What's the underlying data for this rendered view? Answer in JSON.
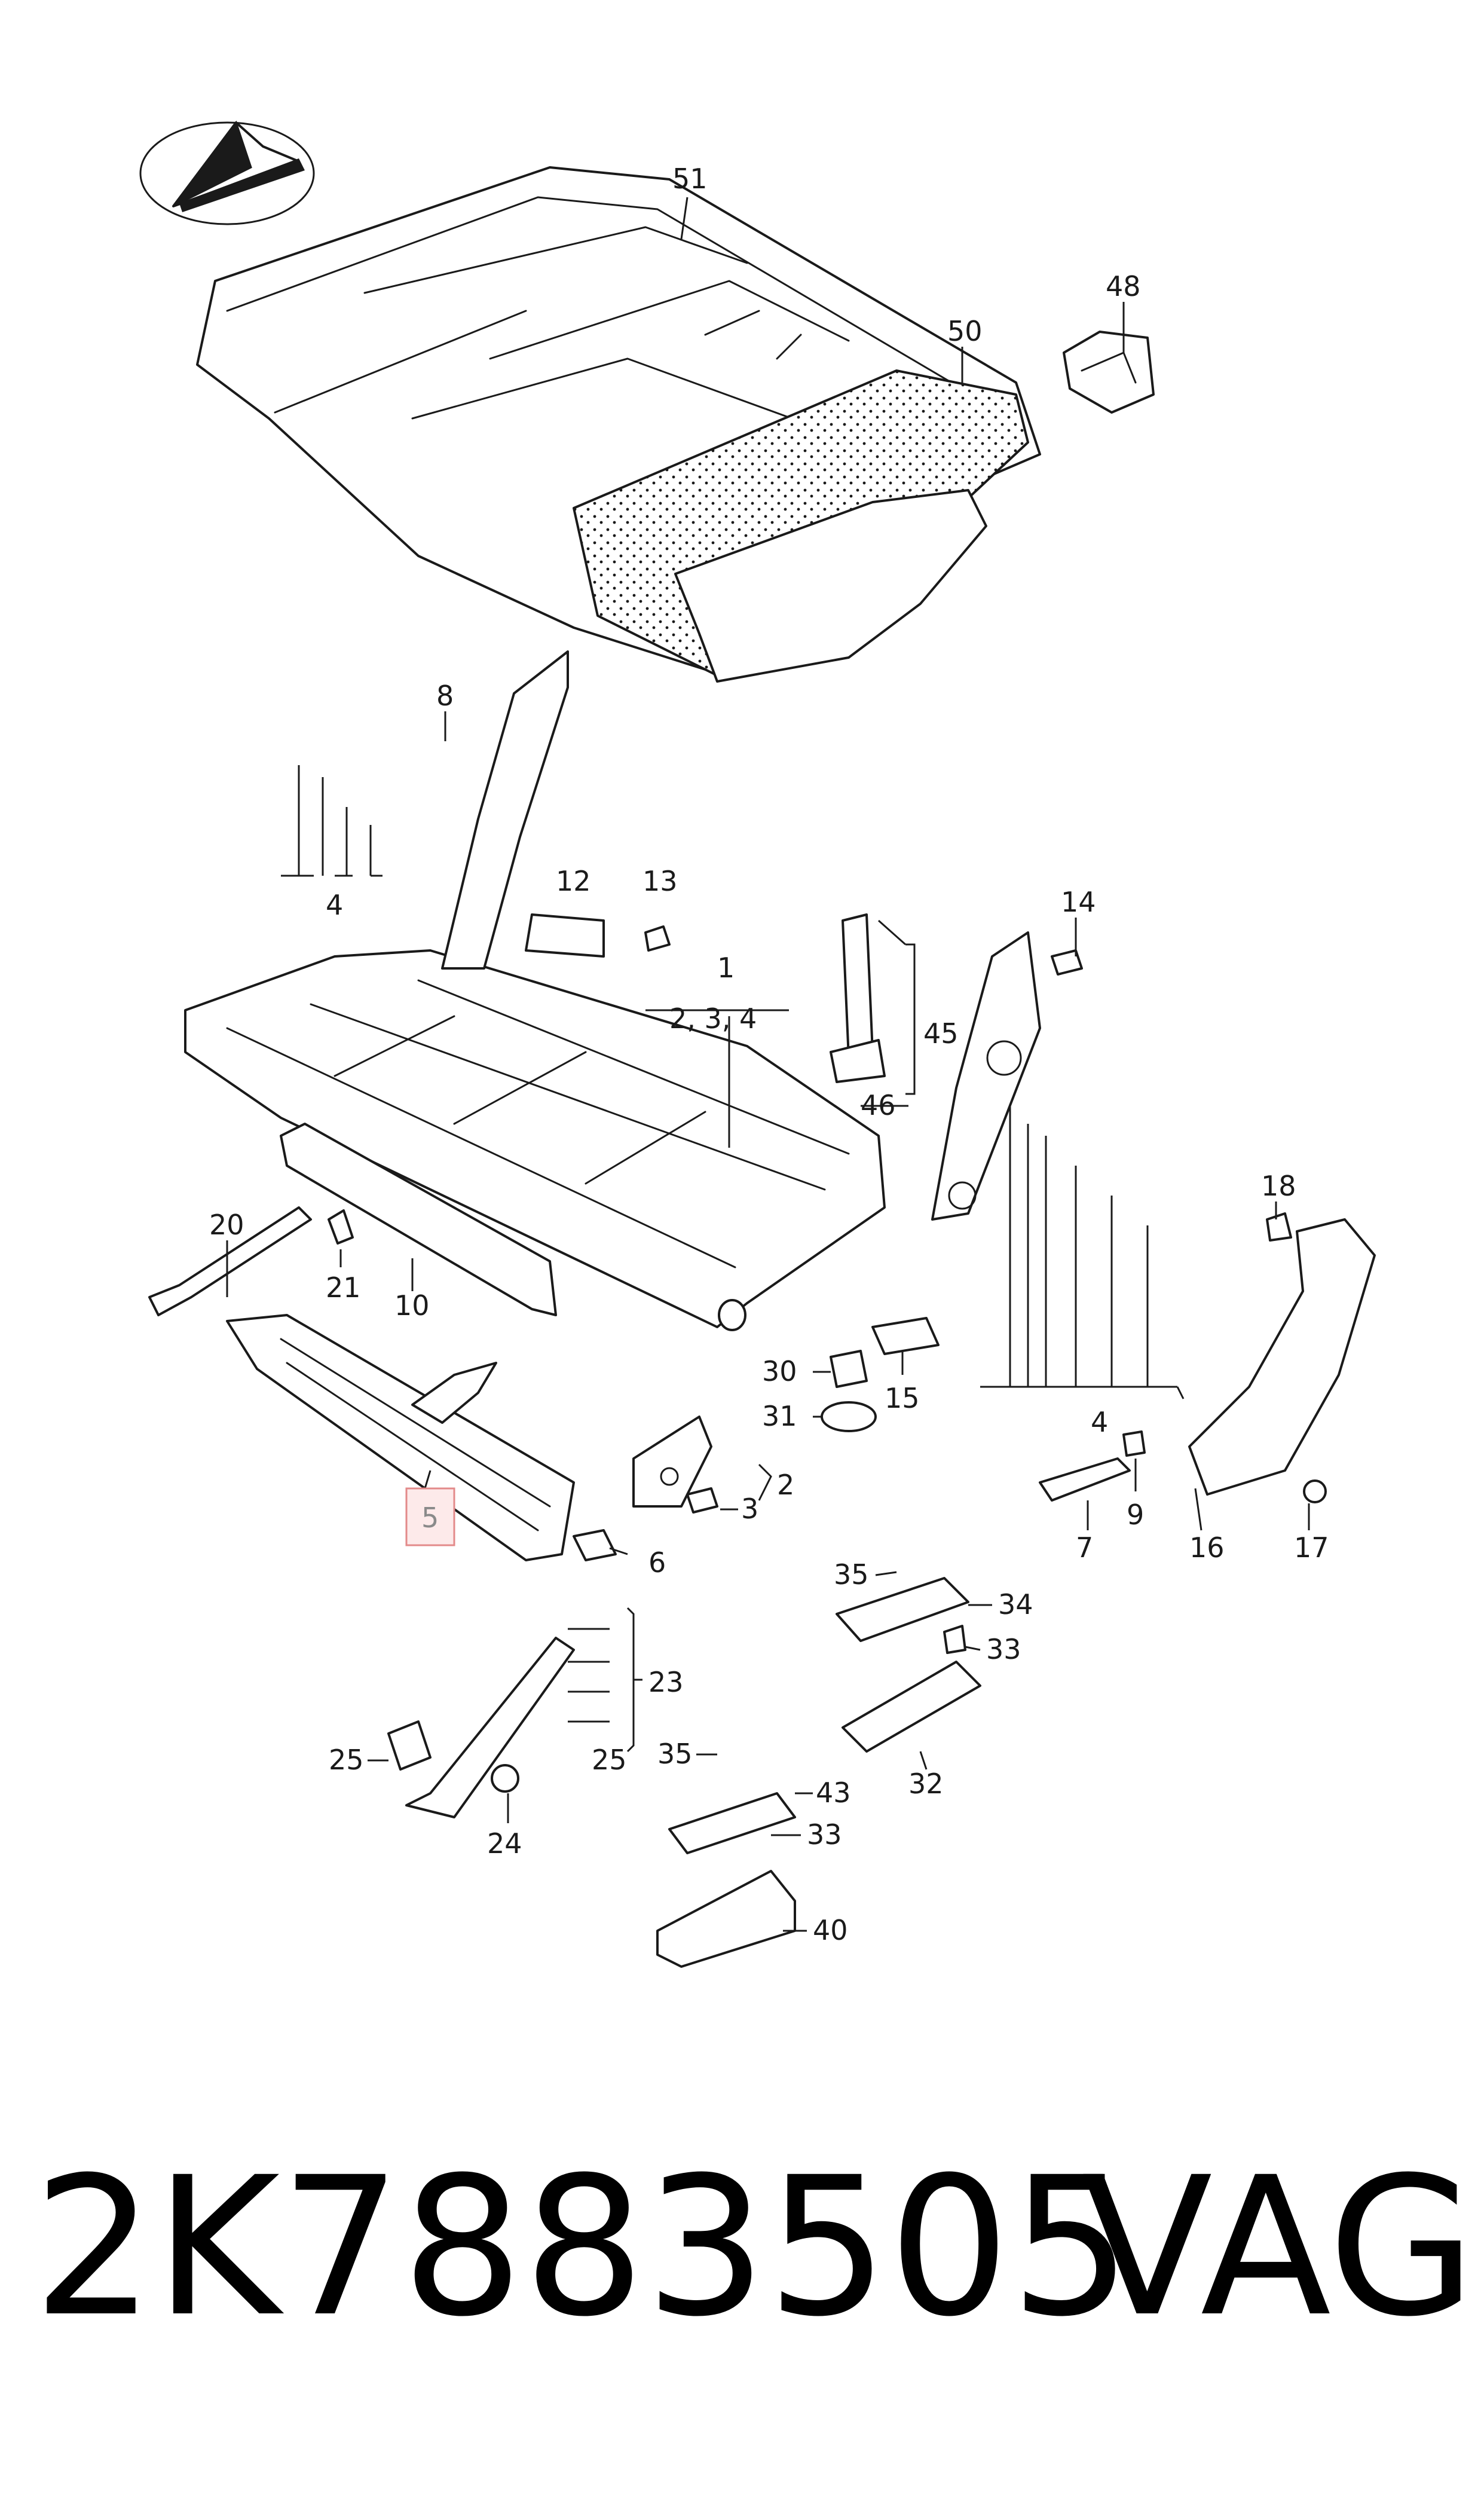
{
  "diagram": {
    "callouts": [
      {
        "id": "c51",
        "text": "51"
      },
      {
        "id": "c48",
        "text": "48"
      },
      {
        "id": "c50",
        "text": "50"
      },
      {
        "id": "c8",
        "text": "8"
      },
      {
        "id": "c4a",
        "text": "4"
      },
      {
        "id": "c12",
        "text": "12"
      },
      {
        "id": "c13",
        "text": "13"
      },
      {
        "id": "c1",
        "text": "1"
      },
      {
        "id": "c234",
        "text": "2, 3, 4"
      },
      {
        "id": "c14",
        "text": "14"
      },
      {
        "id": "c45",
        "text": "45"
      },
      {
        "id": "c46",
        "text": "46"
      },
      {
        "id": "c18",
        "text": "18"
      },
      {
        "id": "c20",
        "text": "20"
      },
      {
        "id": "c21",
        "text": "21"
      },
      {
        "id": "c10",
        "text": "10"
      },
      {
        "id": "c30",
        "text": "30"
      },
      {
        "id": "c31",
        "text": "31"
      },
      {
        "id": "c15",
        "text": "15"
      },
      {
        "id": "c4b",
        "text": "4"
      },
      {
        "id": "c2",
        "text": "2"
      },
      {
        "id": "c3",
        "text": "3"
      },
      {
        "id": "c5",
        "text": "5"
      },
      {
        "id": "c6",
        "text": "6"
      },
      {
        "id": "c9",
        "text": "9"
      },
      {
        "id": "c7",
        "text": "7"
      },
      {
        "id": "c16",
        "text": "16"
      },
      {
        "id": "c17",
        "text": "17"
      },
      {
        "id": "c35a",
        "text": "35"
      },
      {
        "id": "c34",
        "text": "34"
      },
      {
        "id": "c33a",
        "text": "33"
      },
      {
        "id": "c32",
        "text": "32"
      },
      {
        "id": "c23",
        "text": "23"
      },
      {
        "id": "c25a",
        "text": "25"
      },
      {
        "id": "c25b",
        "text": "25"
      },
      {
        "id": "c24",
        "text": "24"
      },
      {
        "id": "c35b",
        "text": "35"
      },
      {
        "id": "c43",
        "text": "43"
      },
      {
        "id": "c33b",
        "text": "33"
      },
      {
        "id": "c40",
        "text": "40"
      }
    ],
    "highlighted_callout": "5",
    "colors": {
      "line": "#1a1a1a",
      "highlight_box_stroke": "#e38a8a",
      "highlight_box_fill": "#fdeaea"
    }
  },
  "footer": {
    "part_number": "2K7883505",
    "brand": "VAG"
  }
}
